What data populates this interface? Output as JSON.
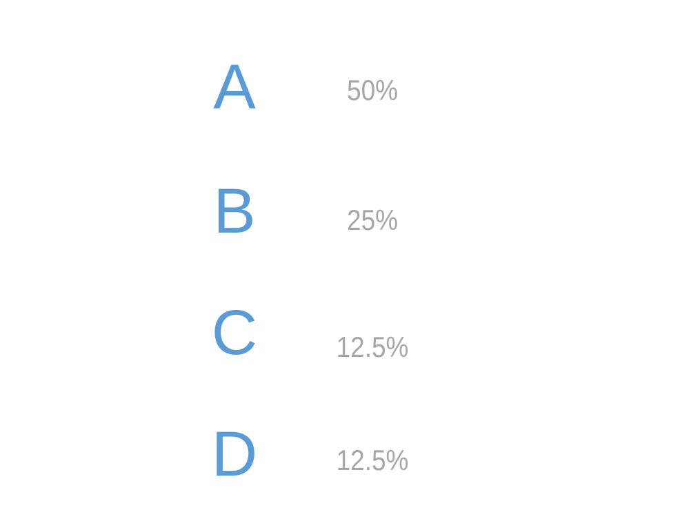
{
  "items": [
    {
      "letter": "A",
      "percent": "50%"
    },
    {
      "letter": "B",
      "percent": "25%"
    },
    {
      "letter": "C",
      "percent": "12.5%"
    },
    {
      "letter": "D",
      "percent": "12.5%"
    }
  ],
  "colors": {
    "letter": "#5b9bd5",
    "percent": "#a6a6a6",
    "background": "#ffffff"
  }
}
